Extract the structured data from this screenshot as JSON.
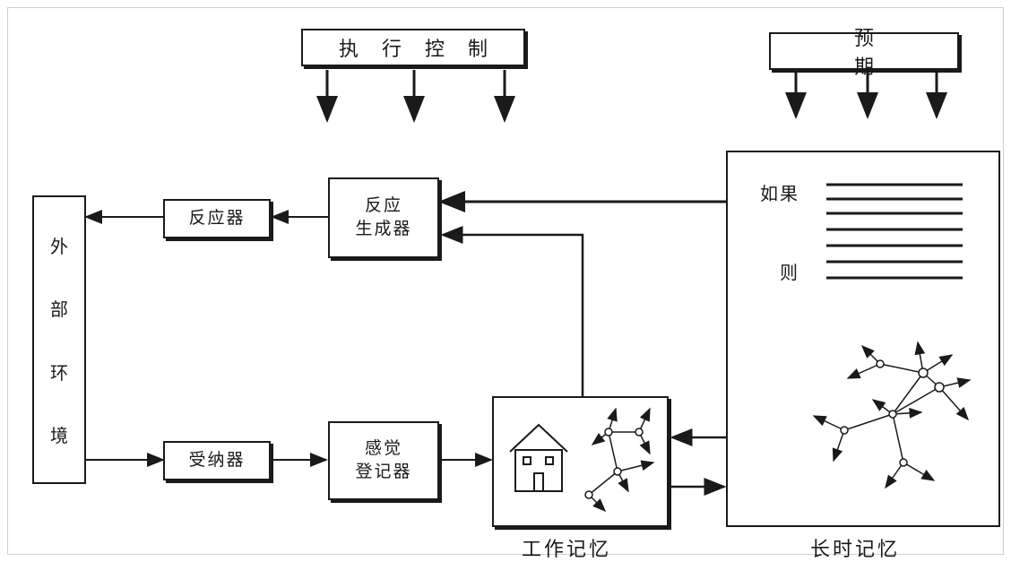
{
  "diagram": {
    "executive_control": "执行控制",
    "expectancy": "预期",
    "environment": [
      "外",
      "部",
      "环",
      "境"
    ],
    "effector": "反应器",
    "response_generator": [
      "反应",
      "生成器"
    ],
    "receptor": "受纳器",
    "sensory_register": [
      "感觉",
      "登记器"
    ],
    "working_memory": "工作记忆",
    "long_term_memory": "长时记忆",
    "ltm_if": "如果",
    "ltm_then": "则"
  }
}
